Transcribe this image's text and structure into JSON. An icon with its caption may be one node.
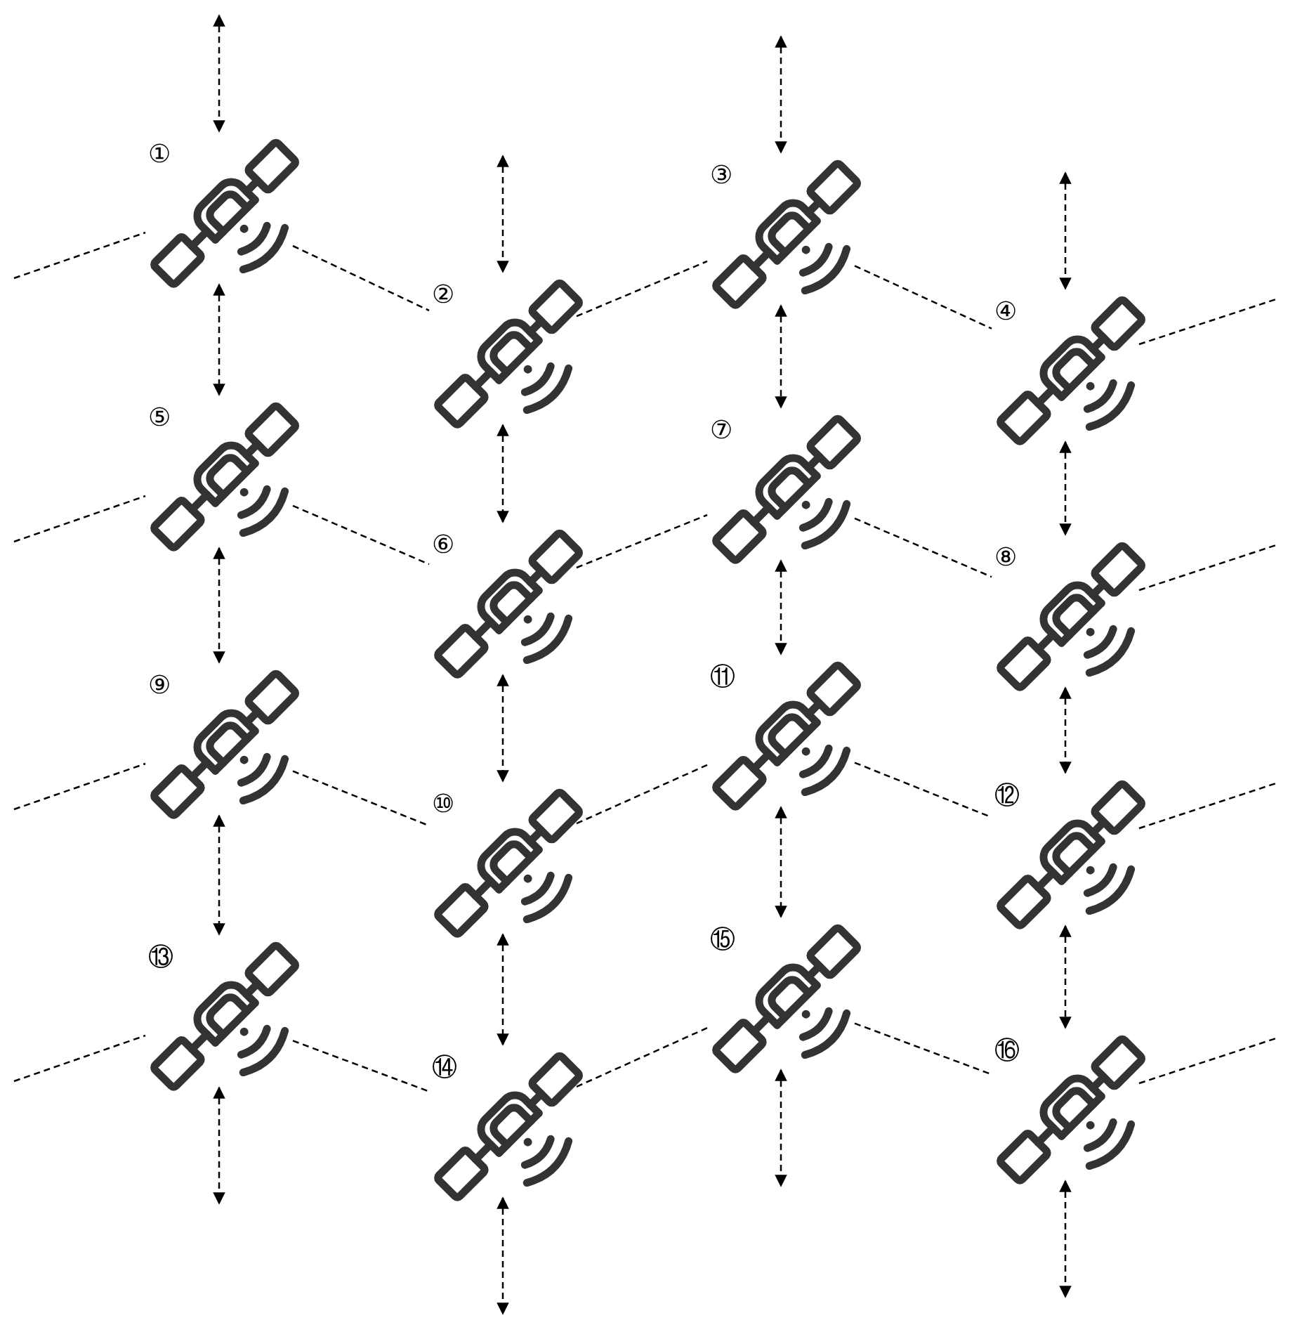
{
  "diagram": {
    "nodes": [
      {
        "text": [
          "①"
        ]
      },
      {
        "text": [
          "②"
        ]
      },
      {
        "text": [
          "③"
        ]
      },
      {
        "text": [
          "④"
        ]
      },
      {
        "text": [
          "⑤"
        ]
      },
      {
        "text": [
          "⑥"
        ]
      },
      {
        "text": [
          "⑦"
        ]
      },
      {
        "text": [
          "⑧"
        ]
      },
      {
        "text": [
          "⑨"
        ]
      },
      {
        "text": [
          "⑩"
        ]
      },
      {
        "text": [
          "⑪"
        ]
      },
      {
        "text": [
          "⑫"
        ]
      },
      {
        "text": [
          "⑬"
        ]
      },
      {
        "text": [
          "⑭"
        ]
      },
      {
        "text": [
          "⑮"
        ]
      },
      {
        "text": [
          "⑯"
        ]
      }
    ],
    "edges": [
      {
        "from": null,
        "to": 0,
        "arrow": "both",
        "style": "dashed"
      },
      {
        "from": null,
        "to": 1,
        "arrow": "both",
        "style": "dashed"
      },
      {
        "from": null,
        "to": 2,
        "arrow": "both",
        "style": "dashed"
      },
      {
        "from": null,
        "to": 3,
        "arrow": "both",
        "style": "dashed"
      },
      {
        "from": null,
        "to": 0,
        "arrow": "none",
        "style": "dashed"
      },
      {
        "from": 0,
        "to": 1,
        "arrow": "none",
        "style": "dashed"
      },
      {
        "from": 1,
        "to": 2,
        "arrow": "none",
        "style": "dashed"
      },
      {
        "from": 2,
        "to": 3,
        "arrow": "none",
        "style": "dashed"
      },
      {
        "from": 3,
        "to": null,
        "arrow": "none",
        "style": "dashed"
      },
      {
        "from": 0,
        "to": 4,
        "arrow": "both",
        "style": "dashed"
      },
      {
        "from": 1,
        "to": 5,
        "arrow": "both",
        "style": "dashed"
      },
      {
        "from": 2,
        "to": 6,
        "arrow": "both",
        "style": "dashed"
      },
      {
        "from": 3,
        "to": 7,
        "arrow": "both",
        "style": "dashed"
      },
      {
        "from": null,
        "to": 4,
        "arrow": "none",
        "style": "dashed"
      },
      {
        "from": 4,
        "to": 5,
        "arrow": "none",
        "style": "dashed"
      },
      {
        "from": 5,
        "to": 6,
        "arrow": "none",
        "style": "dashed"
      },
      {
        "from": 6,
        "to": 7,
        "arrow": "none",
        "style": "dashed"
      },
      {
        "from": 7,
        "to": null,
        "arrow": "none",
        "style": "dashed"
      },
      {
        "from": 4,
        "to": 8,
        "arrow": "both",
        "style": "dashed"
      },
      {
        "from": 5,
        "to": 9,
        "arrow": "both",
        "style": "dashed"
      },
      {
        "from": 6,
        "to": 10,
        "arrow": "both",
        "style": "dashed"
      },
      {
        "from": 7,
        "to": 11,
        "arrow": "both",
        "style": "dashed"
      },
      {
        "from": null,
        "to": 8,
        "arrow": "none",
        "style": "dashed"
      },
      {
        "from": 8,
        "to": 9,
        "arrow": "none",
        "style": "dashed"
      },
      {
        "from": 9,
        "to": 10,
        "arrow": "none",
        "style": "dashed"
      },
      {
        "from": 10,
        "to": 11,
        "arrow": "none",
        "style": "dashed"
      },
      {
        "from": 11,
        "to": null,
        "arrow": "none",
        "style": "dashed"
      },
      {
        "from": 8,
        "to": 12,
        "arrow": "both",
        "style": "dashed"
      },
      {
        "from": 9,
        "to": 13,
        "arrow": "both",
        "style": "dashed"
      },
      {
        "from": 10,
        "to": 14,
        "arrow": "both",
        "style": "dashed"
      },
      {
        "from": 11,
        "to": 15,
        "arrow": "both",
        "style": "dashed"
      },
      {
        "from": null,
        "to": 12,
        "arrow": "none",
        "style": "dashed"
      },
      {
        "from": 12,
        "to": 13,
        "arrow": "none",
        "style": "dashed"
      },
      {
        "from": 13,
        "to": 14,
        "arrow": "none",
        "style": "dashed"
      },
      {
        "from": 14,
        "to": 15,
        "arrow": "none",
        "style": "dashed"
      },
      {
        "from": 15,
        "to": null,
        "arrow": "none",
        "style": "dashed"
      },
      {
        "from": 12,
        "to": null,
        "arrow": "both",
        "style": "dashed"
      },
      {
        "from": 13,
        "to": null,
        "arrow": "both",
        "style": "dashed"
      },
      {
        "from": 14,
        "to": null,
        "arrow": "both",
        "style": "dashed"
      },
      {
        "from": 15,
        "to": null,
        "arrow": "both",
        "style": "dashed"
      }
    ]
  }
}
